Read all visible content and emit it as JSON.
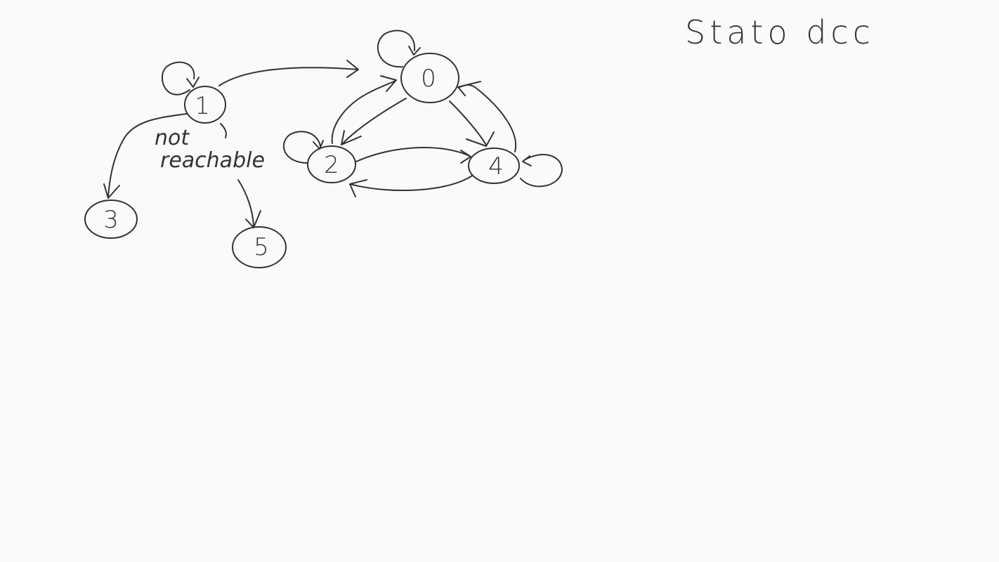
{
  "title": "Stato dcc",
  "annotation": [
    "not",
    "reachable"
  ],
  "nodes": [
    {
      "id": "n0",
      "label": "0"
    },
    {
      "id": "n1",
      "label": "1"
    },
    {
      "id": "n2",
      "label": "2"
    },
    {
      "id": "n3",
      "label": "3"
    },
    {
      "id": "n4",
      "label": "4"
    },
    {
      "id": "n5",
      "label": "5"
    }
  ],
  "colors": {
    "ink": "#333333",
    "background": "#fafafa"
  }
}
